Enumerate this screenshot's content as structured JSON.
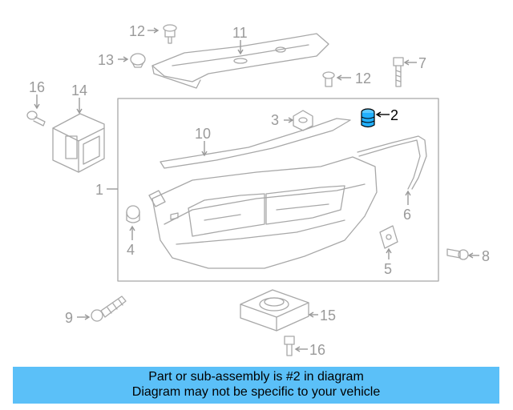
{
  "callouts": {
    "c1": "1",
    "c2": "2",
    "c3": "3",
    "c4": "4",
    "c5": "5",
    "c6": "6",
    "c7": "7",
    "c8": "8",
    "c9": "9",
    "c10": "10",
    "c11": "11",
    "c12a": "12",
    "c12b": "12",
    "c13": "13",
    "c14": "14",
    "c15": "15",
    "c16a": "16",
    "c16b": "16"
  },
  "highlight_part": "2",
  "colors": {
    "banner": "#5bc0f8",
    "lines": "#a8a8a8",
    "highlight": "#22b0ff"
  },
  "banner": {
    "line1": "Part or sub-assembly is #2 in diagram",
    "line2": "Diagram may not be specific to your vehicle"
  }
}
